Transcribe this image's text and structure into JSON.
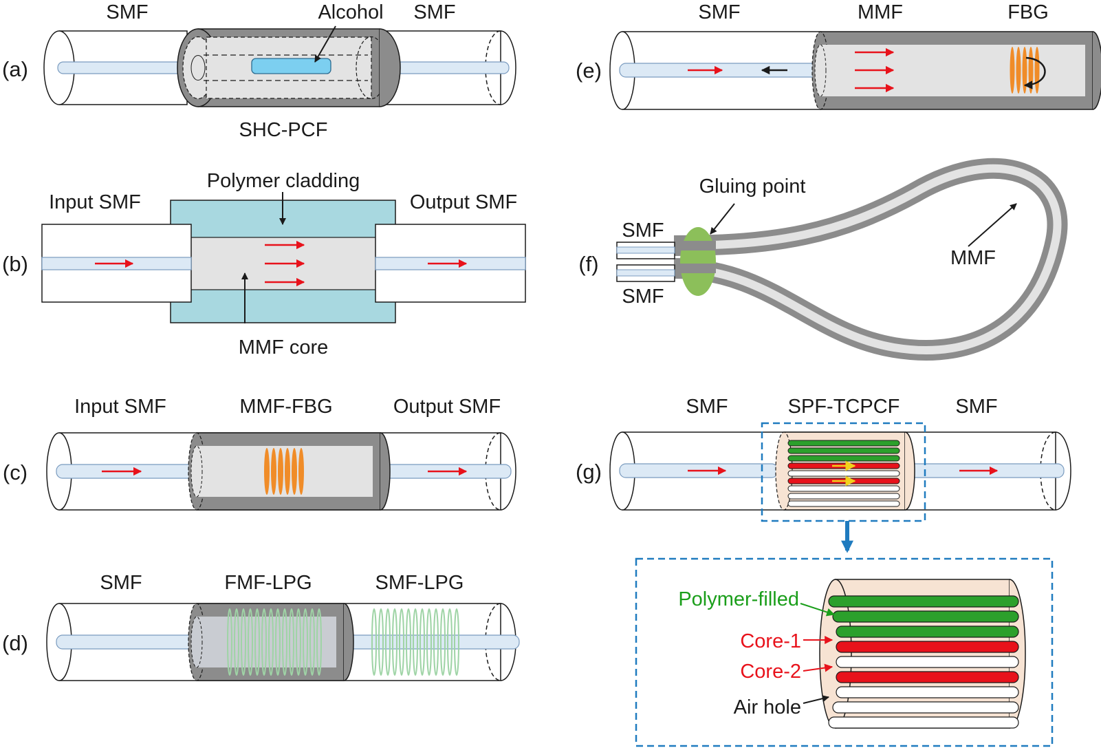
{
  "colors": {
    "core": "#dce9f5",
    "coreStroke": "#7a9bbf",
    "darkClad": "#8c8c8c",
    "lightClad": "#e3e3e3",
    "polymer": "#a8d8e0",
    "alcohol": "#7ccff0",
    "arrowRed": "#e8121b",
    "fbgOrange": "#f08c28",
    "lpgGreen": "#9fd4a6",
    "glue": "#8cbf5a",
    "pcfBody": "#f7e3d3",
    "holeGreen": "#2ca02c",
    "holeRed": "#e8121b",
    "boxBlue": "#1f7bbf",
    "arrowYellow": "#f2d21b",
    "textGreen": "#1a9e1a",
    "textRed": "#e8121b"
  },
  "panels": {
    "a": {
      "label": "(a)",
      "left": "SMF",
      "right": "SMF",
      "fill": "Alcohol",
      "middle": "SHC-PCF"
    },
    "b": {
      "label": "(b)",
      "input": "Input SMF",
      "cladding": "Polymer cladding",
      "output": "Output SMF",
      "core": "MMF core"
    },
    "c": {
      "label": "(c)",
      "input": "Input SMF",
      "middle": "MMF-FBG",
      "output": "Output SMF"
    },
    "d": {
      "label": "(d)",
      "left": "SMF",
      "middle": "FMF-LPG",
      "right": "SMF-LPG"
    },
    "e": {
      "label": "(e)",
      "left": "SMF",
      "middle": "MMF",
      "right": "FBG"
    },
    "f": {
      "label": "(f)",
      "glue": "Gluing point",
      "smf_top": "SMF",
      "smf_bottom": "SMF",
      "loop": "MMF"
    },
    "g": {
      "label": "(g)",
      "left": "SMF",
      "middle": "SPF-TCPCF",
      "right": "SMF",
      "inset": {
        "polymer": "Polymer-filled",
        "core1": "Core-1",
        "core2": "Core-2",
        "air": "Air hole"
      }
    }
  }
}
